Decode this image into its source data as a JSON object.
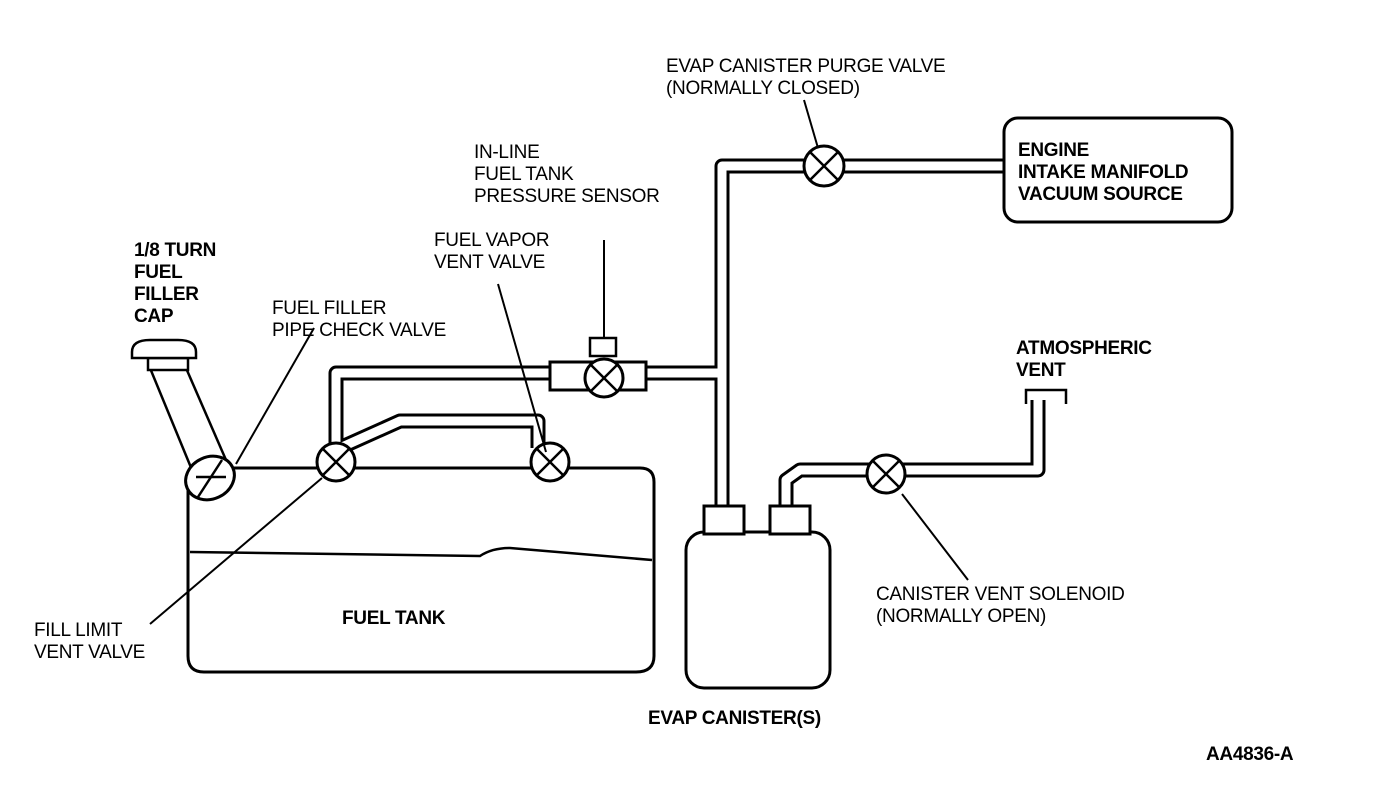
{
  "labels": {
    "purge_valve": [
      "EVAP CANISTER PURGE VALVE",
      "(NORMALLY CLOSED)"
    ],
    "engine": [
      "ENGINE",
      "INTAKE MANIFOLD",
      "VACUUM SOURCE"
    ],
    "pressure_sensor": [
      "IN-LINE",
      "FUEL TANK",
      "PRESSURE SENSOR"
    ],
    "vapor_vent_valve": [
      "FUEL VAPOR",
      "VENT VALVE"
    ],
    "filler_cap": [
      "1/8 TURN",
      "FUEL",
      "FILLER",
      "CAP"
    ],
    "check_valve": [
      "FUEL FILLER",
      "PIPE CHECK VALVE"
    ],
    "atmospheric_vent": [
      "ATMOSPHERIC",
      "VENT"
    ],
    "fuel_tank": "FUEL TANK",
    "fill_limit": [
      "FILL LIMIT",
      "VENT VALVE"
    ],
    "vent_solenoid": [
      "CANISTER VENT SOLENOID",
      "(NORMALLY OPEN)"
    ],
    "evap_canister": "EVAP CANISTER(S)",
    "figure_id": "AA4836-A"
  }
}
